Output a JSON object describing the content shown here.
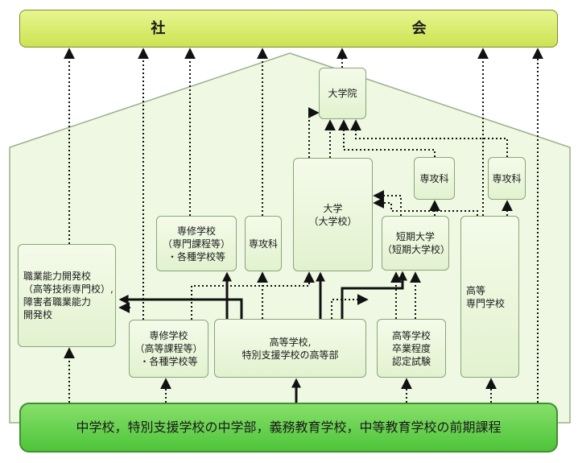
{
  "labels": {
    "society": "社 会",
    "graduate_school": "大学院",
    "major_univ": "専攻科",
    "major_tech": "専攻科",
    "university": "大学\n（大学校）",
    "junior_college": "短期大学\n（短期大学校）",
    "vocational_upper": "専修学校\n（専門課程等）\n・各種学校等",
    "major_hs": "専攻科",
    "tech_college": "高等\n専門学校",
    "vocational_training": "職業能力開発校\n（高等技術専門校）,\n障害者職業能力\n開発校",
    "vocational_lower": "専修学校\n（高等課程等）\n・各種学校等",
    "high_school": "高等学校,\n特別支援学校の高等部",
    "hs_equivalency": "高等学校\n卒業程度\n認定試験",
    "junior_high": "中学校，特別支援学校の中学部，義務教育学校，中等教育学校の前期課程"
  },
  "colors": {
    "house_fill": "#eef8e2",
    "house_stroke": "#9ab08a",
    "box_border": "#8aa57a",
    "society_fill": "#d9ec6e",
    "junior_fill": "#5fd04a",
    "arrow": "#111111"
  }
}
